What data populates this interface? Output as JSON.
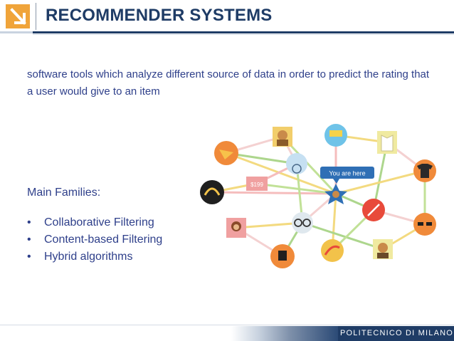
{
  "slide": {
    "title": "RECOMMENDER SYSTEMS",
    "intro": "software tools which analyze different source of data in order to predict the rating that a user would give to an item",
    "families_title": "Main Families:",
    "families": [
      "Collaborative Filtering",
      "Content-based Filtering",
      "Hybrid algorithms"
    ]
  },
  "illustration": {
    "callout": "You are here",
    "price_tag": "$199"
  },
  "footer": {
    "institution": "POLITECNICO DI MILANO"
  },
  "colors": {
    "brand_navy": "#1f3c66",
    "text_blue": "#2e3f8a",
    "logo_orange": "#f0a43a",
    "callout_blue": "#2f6fb5"
  }
}
